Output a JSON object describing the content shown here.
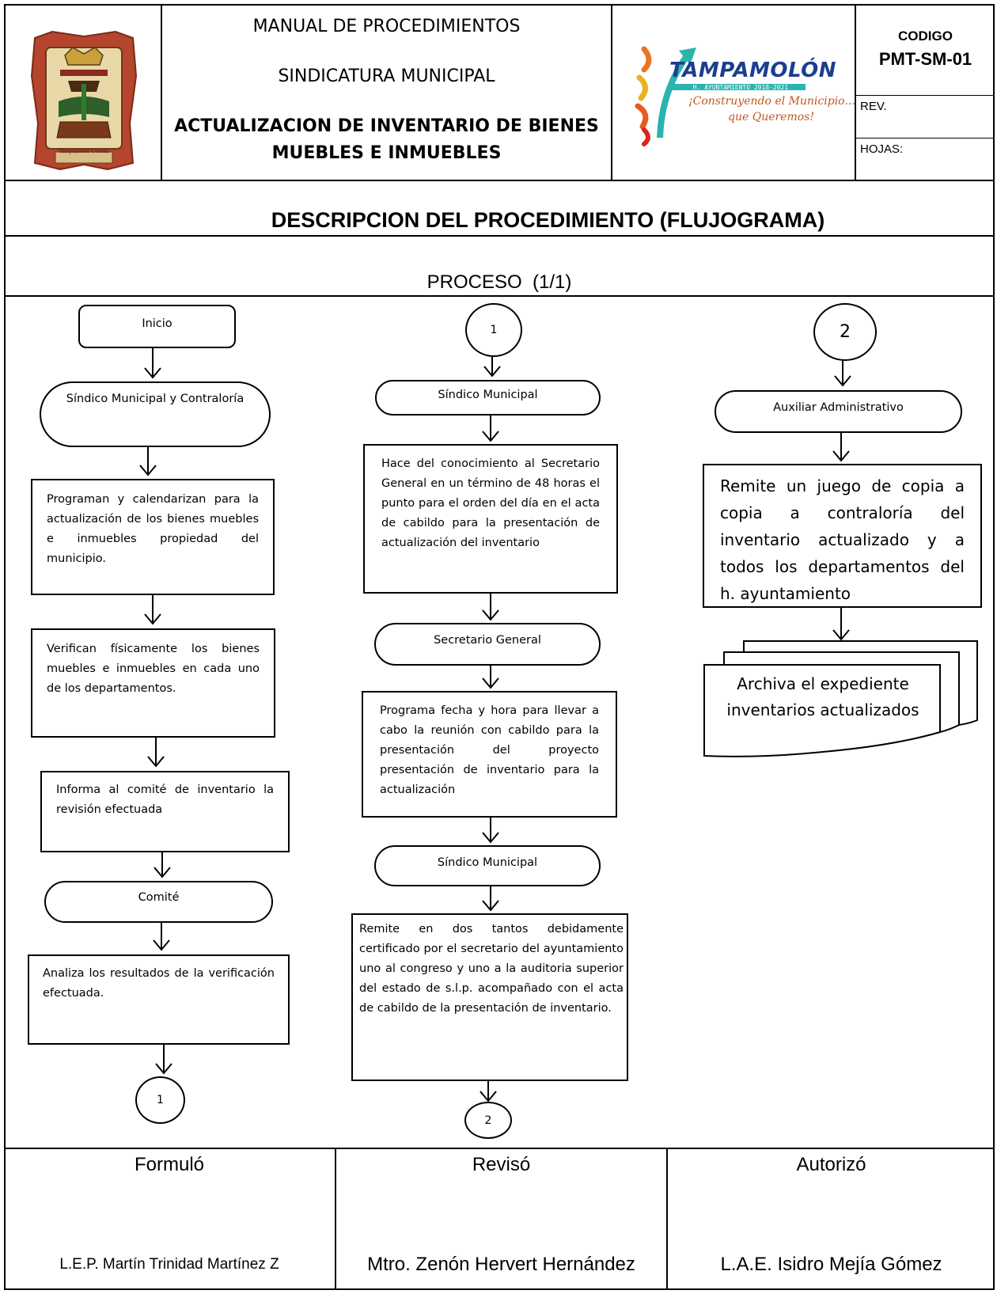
{
  "header": {
    "manual_title": "MANUAL DE PROCEDIMIENTOS",
    "department": "SINDICATURA MUNICIPAL",
    "procedure_title_line1": "ACTUALIZACION DE INVENTARIO DE BIENES",
    "procedure_title_line2": "MUEBLES E INMUEBLES",
    "code_label": "CODIGO",
    "code_value": "PMT-SM-01",
    "rev_label": "REV.",
    "sheets_label": "HOJAS:",
    "logo_left_text": "Tampamolón Corona",
    "logo_right": {
      "name": "TAMPAMOLÓN",
      "subtitle": "H. AYUNTAMIENTO 2018-2021",
      "slogan_line1": "¡Construyendo el Municipio...",
      "slogan_line2": "que Queremos!"
    }
  },
  "section_title": "DESCRIPCION DEL PROCEDIMIENTO (FLUJOGRAMA)",
  "process_label": "PROCESO  (1/1)",
  "flow": {
    "col1": {
      "start": "Inicio",
      "actor1": "Síndico Municipal y Contraloría",
      "step1": "Programan y calendarizan para la actualización de los bienes muebles e inmuebles propiedad del municipio.",
      "step2": "Verifican físicamente los bienes muebles e inmuebles en cada uno de los departamentos.",
      "step3": "Informa al comité de inventario la revisión efectuada",
      "actor2": "Comité",
      "step4": "Analiza los resultados de la verificación efectuada.",
      "connector_end": "1"
    },
    "col2": {
      "connector_start": "1",
      "actor1": "Síndico Municipal",
      "step1": "Hace del conocimiento al Secretario General en un término de 48 horas el punto para el orden del día en el acta de cabildo para la presentación de actualización del inventario",
      "actor2": "Secretario General",
      "step2": "Programa fecha y hora para llevar a cabo la reunión con cabildo para la presentación del proyecto presentación de inventario para la actualización",
      "actor3": "Síndico Municipal",
      "step3": "Remite en dos tantos debidamente certificado por el secretario del ayuntamiento uno al congreso y uno a la auditoria superior del estado de s.l.p. acompañado con el acta de cabildo de la presentación de inventario.",
      "connector_end": "2"
    },
    "col3": {
      "connector_start": "2",
      "actor1": "Auxiliar Administrativo",
      "step1": "Remite un juego de copia a copia a contraloría del inventario actualizado y a todos los departamentos del h. ayuntamiento",
      "document": "Archiva el expediente inventarios actualizados"
    }
  },
  "footer": {
    "formulo_label": "Formuló",
    "reviso_label": "Revisó",
    "autorizo_label": "Autorizó",
    "formulo_name": "L.E.P. Martín Trinidad Martínez Z",
    "reviso_name": "Mtro. Zenón Hervert Hernández",
    "autorizo_name": "L.A.E. Isidro Mejía Gómez"
  }
}
